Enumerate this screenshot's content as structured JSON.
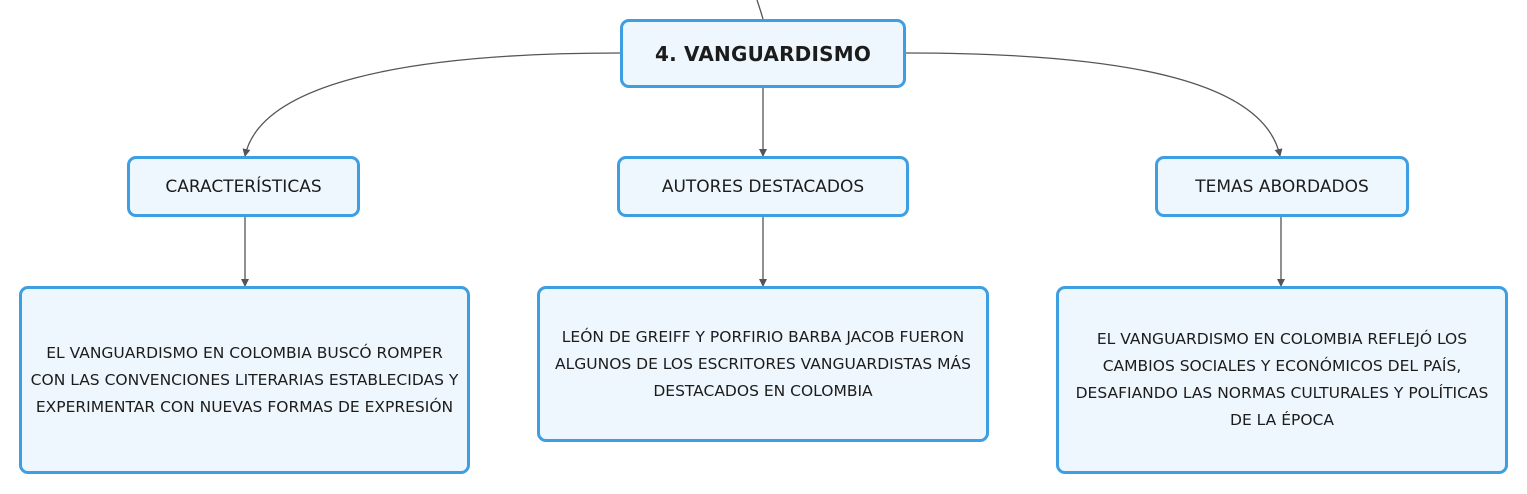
{
  "diagram": {
    "root": {
      "label": "4. VANGUARDISMO"
    },
    "branches": [
      {
        "label": "CARACTERÍSTICAS",
        "detail": "EL VANGUARDISMO EN COLOMBIA BUSCÓ ROMPER CON LAS CONVENCIONES LITERARIAS ESTABLECIDAS Y EXPERIMENTAR CON NUEVAS FORMAS DE EXPRESIÓN"
      },
      {
        "label": "AUTORES DESTACADOS",
        "detail": "LEÓN DE GREIFF Y PORFIRIO BARBA JACOB FUERON ALGUNOS DE LOS ESCRITORES VANGUARDISTAS MÁS DESTACADOS EN COLOMBIA"
      },
      {
        "label": "TEMAS ABORDADOS",
        "detail": "EL VANGUARDISMO EN COLOMBIA REFLEJÓ LOS CAMBIOS SOCIALES Y ECONÓMICOS DEL PAÍS, DESAFIANDO LAS NORMAS CULTURALES Y POLÍTICAS DE LA ÉPOCA"
      }
    ]
  },
  "colors": {
    "node_border": "#3d9ee2",
    "node_fill": "#eef7fd",
    "connector": "#555555",
    "text": "#1c1c1c"
  }
}
